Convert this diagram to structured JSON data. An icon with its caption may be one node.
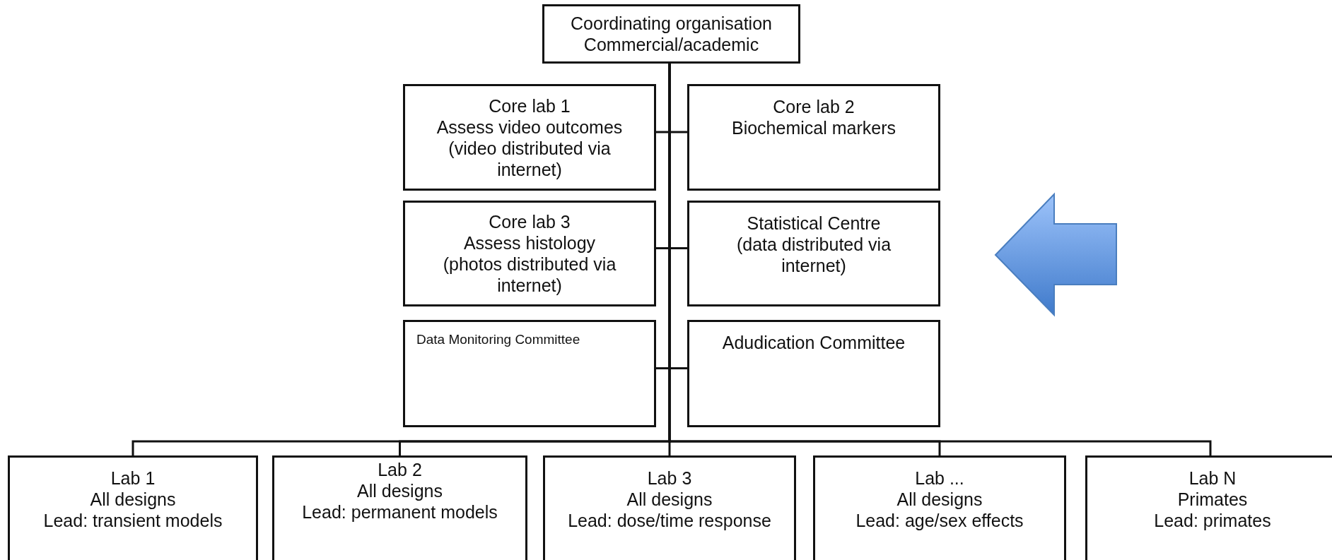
{
  "diagram": {
    "nodes": [
      {
        "text": [
          "Coordinating organisation",
          "Commercial/academic"
        ]
      },
      {
        "text": [
          "Core lab 1",
          "Assess video outcomes",
          "(video distributed via internet)"
        ]
      },
      {
        "text": [
          "Core lab 2",
          "Biochemical markers"
        ]
      },
      {
        "text": [
          "Core lab 3",
          "Assess histology",
          "(photos distributed via internet)"
        ]
      },
      {
        "text": [
          "Statistical Centre",
          "(data distributed via internet)"
        ]
      },
      {
        "text": [
          "Data Monitoring Committee"
        ]
      },
      {
        "text": [
          "Adudication Committee"
        ]
      },
      {
        "text": [
          "Lab 1",
          "All designs",
          "Lead: transient models"
        ]
      },
      {
        "text": [
          "Lab 2",
          "All designs",
          "Lead: permanent models"
        ]
      },
      {
        "text": [
          "Lab 3",
          "All designs",
          "Lead: dose/time response"
        ]
      },
      {
        "text": [
          "Lab ...",
          "All designs",
          "Lead: age/sex effects"
        ]
      },
      {
        "text": [
          "Lab N",
          "Primates",
          "Lead: primates"
        ]
      }
    ],
    "edges": [
      {
        "from": 0,
        "to": 1,
        "arrow": "none"
      },
      {
        "from": 0,
        "to": 2,
        "arrow": "none"
      },
      {
        "from": 0,
        "to": 3,
        "arrow": "none"
      },
      {
        "from": 0,
        "to": 4,
        "arrow": "none"
      },
      {
        "from": 0,
        "to": 5,
        "arrow": "none"
      },
      {
        "from": 0,
        "to": 6,
        "arrow": "none"
      },
      {
        "from": 0,
        "to": 7,
        "arrow": "none"
      },
      {
        "from": 0,
        "to": 8,
        "arrow": "none"
      },
      {
        "from": 0,
        "to": 9,
        "arrow": "none"
      },
      {
        "from": 0,
        "to": 10,
        "arrow": "none"
      },
      {
        "from": 0,
        "to": 11,
        "arrow": "none"
      }
    ]
  }
}
